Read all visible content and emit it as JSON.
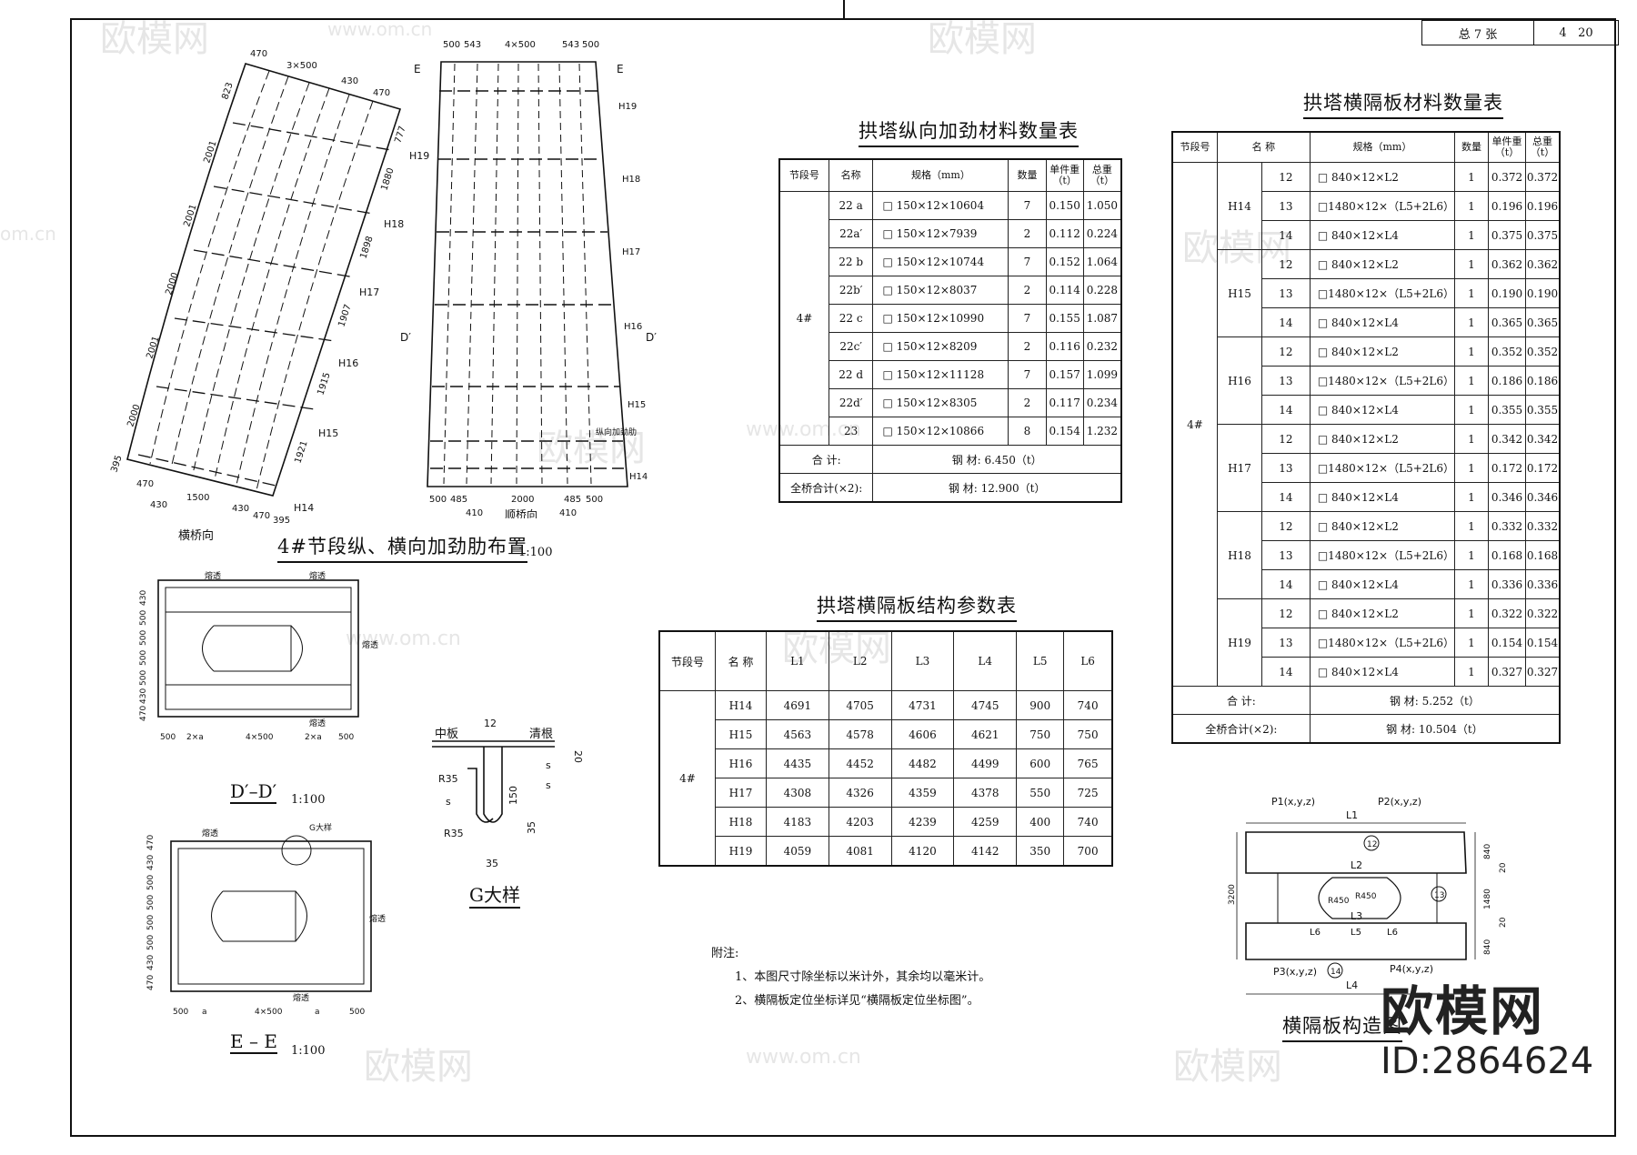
{
  "sheet": {
    "label": "总 7 张",
    "no": "4",
    "total": "20"
  },
  "watermarks": [
    "欧模网",
    "www.om.cn",
    "om.cn"
  ],
  "drawing1": {
    "title": "4#节段纵、横向加劲肋布置",
    "scale": "1:100",
    "left_labels": [
      "823",
      "2001",
      "2001",
      "2000",
      "2001",
      "2000",
      "395"
    ],
    "right_labels": [
      "777",
      "1880",
      "1898",
      "1907",
      "1915",
      "1921"
    ],
    "top_labels": [
      "470",
      "3×500",
      "430",
      "470"
    ],
    "bottom_labels": [
      "470",
      "1500",
      "430",
      "470",
      "395"
    ],
    "bottom_extra": "430",
    "h_labels": [
      "H19",
      "H18",
      "H17",
      "H16",
      "H15",
      "H14"
    ],
    "caption": "横桥向"
  },
  "drawing2": {
    "top_dims": [
      "500",
      "543",
      "4×500",
      "543",
      "500"
    ],
    "bottom_dims": [
      "500",
      "485",
      "2000",
      "485",
      "500"
    ],
    "bottom_extra": [
      "410",
      "410"
    ],
    "section_e": "E",
    "section_d": "D′",
    "h_labels": [
      "H19",
      "H18",
      "H17",
      "H16",
      "H15",
      "H14"
    ],
    "note": "纵向加劲肋",
    "caption": "顺桥向"
  },
  "section_dd": {
    "title": "D′–D′",
    "scale": "1:100",
    "bottom_dims": [
      "500",
      "2×a",
      "4×500",
      "2×a",
      "500"
    ],
    "left_dims": [
      "430",
      "500",
      "500",
      "500",
      "500",
      "430",
      "470"
    ],
    "weld": "熔透"
  },
  "section_ee": {
    "title": "E – E",
    "scale": "1:100",
    "bottom_dims": [
      "500",
      "a",
      "4×500",
      "a",
      "500"
    ],
    "left_dims": [
      "470",
      "430",
      "500",
      "500",
      "500",
      "500",
      "430",
      "470"
    ],
    "weld": "熔透",
    "callout": "G大样"
  },
  "detail_g": {
    "title": "G大样",
    "labels": {
      "mid": "中板",
      "root": "清根",
      "t12": "12",
      "r35a": "R35",
      "r35b": "R35",
      "d150": "150",
      "d35a": "35",
      "d35b": "35",
      "d20": "20",
      "s1": "s",
      "s2": "s",
      "s3": "s"
    }
  },
  "table1": {
    "title": "拱塔纵向加劲材料数量表",
    "headers": [
      "节段号",
      "名称",
      "规格（mm）",
      "数量",
      "单件重（t）",
      "总重（t）"
    ],
    "segment": "4#",
    "rows": [
      [
        "22 a",
        "□ 150×12×10604",
        "7",
        "0.150",
        "1.050"
      ],
      [
        "22a′",
        "□ 150×12×7939",
        "2",
        "0.112",
        "0.224"
      ],
      [
        "22 b",
        "□ 150×12×10744",
        "7",
        "0.152",
        "1.064"
      ],
      [
        "22b′",
        "□ 150×12×8037",
        "2",
        "0.114",
        "0.228"
      ],
      [
        "22 c",
        "□ 150×12×10990",
        "7",
        "0.155",
        "1.087"
      ],
      [
        "22c′",
        "□ 150×12×8209",
        "2",
        "0.116",
        "0.232"
      ],
      [
        "22 d",
        "□ 150×12×11128",
        "7",
        "0.157",
        "1.099"
      ],
      [
        "22d′",
        "□ 150×12×8305",
        "2",
        "0.117",
        "0.234"
      ],
      [
        "23",
        "□ 150×12×10866",
        "8",
        "0.154",
        "1.232"
      ]
    ],
    "sum_label": "合  计:",
    "sum_value": "钢 材:  6.450（t）",
    "total_label": "全桥合计(×2):",
    "total_value": "钢 材:  12.900（t）"
  },
  "table2": {
    "title": "拱塔横隔板结构参数表",
    "headers": [
      "节段号",
      "名 称",
      "L1",
      "L2",
      "L3",
      "L4",
      "L5",
      "L6"
    ],
    "segment": "4#",
    "rows": [
      [
        "H14",
        "4691",
        "4705",
        "4731",
        "4745",
        "900",
        "740"
      ],
      [
        "H15",
        "4563",
        "4578",
        "4606",
        "4621",
        "750",
        "750"
      ],
      [
        "H16",
        "4435",
        "4452",
        "4482",
        "4499",
        "600",
        "765"
      ],
      [
        "H17",
        "4308",
        "4326",
        "4359",
        "4378",
        "550",
        "725"
      ],
      [
        "H18",
        "4183",
        "4203",
        "4239",
        "4259",
        "400",
        "740"
      ],
      [
        "H19",
        "4059",
        "4081",
        "4120",
        "4142",
        "350",
        "700"
      ]
    ]
  },
  "table3": {
    "title": "拱塔横隔板材料数量表",
    "headers": [
      "节段号",
      "名 称",
      "规格（mm）",
      "数量",
      "单件重（t）",
      "总重（t）"
    ],
    "segment": "4#",
    "groups": [
      {
        "name": "H14",
        "rows": [
          [
            "12",
            "□ 840×12×L2",
            "1",
            "0.372",
            "0.372"
          ],
          [
            "13",
            "□1480×12×（L5+2L6）",
            "1",
            "0.196",
            "0.196"
          ],
          [
            "14",
            "□ 840×12×L4",
            "1",
            "0.375",
            "0.375"
          ]
        ]
      },
      {
        "name": "H15",
        "rows": [
          [
            "12",
            "□ 840×12×L2",
            "1",
            "0.362",
            "0.362"
          ],
          [
            "13",
            "□1480×12×（L5+2L6）",
            "1",
            "0.190",
            "0.190"
          ],
          [
            "14",
            "□ 840×12×L4",
            "1",
            "0.365",
            "0.365"
          ]
        ]
      },
      {
        "name": "H16",
        "rows": [
          [
            "12",
            "□ 840×12×L2",
            "1",
            "0.352",
            "0.352"
          ],
          [
            "13",
            "□1480×12×（L5+2L6）",
            "1",
            "0.186",
            "0.186"
          ],
          [
            "14",
            "□ 840×12×L4",
            "1",
            "0.355",
            "0.355"
          ]
        ]
      },
      {
        "name": "H17",
        "rows": [
          [
            "12",
            "□ 840×12×L2",
            "1",
            "0.342",
            "0.342"
          ],
          [
            "13",
            "□1480×12×（L5+2L6）",
            "1",
            "0.172",
            "0.172"
          ],
          [
            "14",
            "□ 840×12×L4",
            "1",
            "0.346",
            "0.346"
          ]
        ]
      },
      {
        "name": "H18",
        "rows": [
          [
            "12",
            "□ 840×12×L2",
            "1",
            "0.332",
            "0.332"
          ],
          [
            "13",
            "□1480×12×（L5+2L6）",
            "1",
            "0.168",
            "0.168"
          ],
          [
            "14",
            "□ 840×12×L4",
            "1",
            "0.336",
            "0.336"
          ]
        ]
      },
      {
        "name": "H19",
        "rows": [
          [
            "12",
            "□ 840×12×L2",
            "1",
            "0.322",
            "0.322"
          ],
          [
            "13",
            "□1480×12×（L5+2L6）",
            "1",
            "0.154",
            "0.154"
          ],
          [
            "14",
            "□ 840×12×L4",
            "1",
            "0.327",
            "0.327"
          ]
        ]
      }
    ],
    "sum_label": "合  计:",
    "sum_value": "钢 材:  5.252（t）",
    "total_label": "全桥合计(×2):",
    "total_value": "钢 材:  10.504（t）"
  },
  "diaphragm": {
    "title": "横隔板构造图",
    "p1": "P1(x,y,z)",
    "p2": "P2(x,y,z)",
    "p3": "P3(x,y,z)",
    "p4": "P4(x,y,z)",
    "l1": "L1",
    "l2": "L2",
    "l3": "L3",
    "l4": "L4",
    "l5": "L5",
    "l6a": "L6",
    "l6b": "L6",
    "h3200": "3200",
    "h840a": "840",
    "h840b": "840",
    "h1480": "1480",
    "h20a": "20",
    "h20b": "20",
    "r450a": "R450",
    "r450b": "R450",
    "c12": "12",
    "c13": "13",
    "c14": "14"
  },
  "notes": {
    "title": "附注:",
    "items": [
      "1、本图尺寸除坐标以米计外，其余均以毫米计。",
      "2、横隔板定位坐标详见“横隔板定位坐标图”。"
    ]
  },
  "brand": {
    "name": "欧模网",
    "id": "ID:2864624"
  }
}
